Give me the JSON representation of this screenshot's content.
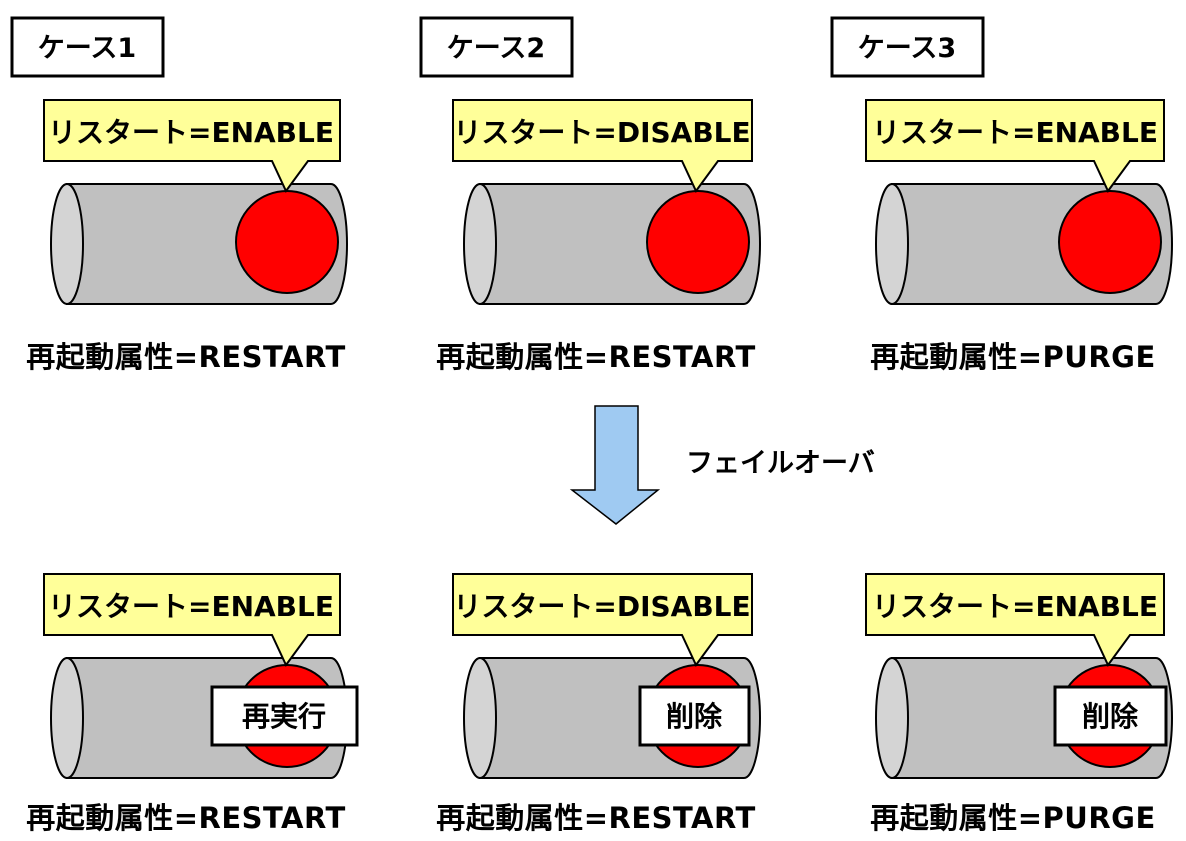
{
  "colors": {
    "cylinder_fill": "#c0c0c0",
    "cylinder_cap": "#d4d4d4",
    "callout_fill": "#ffff99",
    "job_ball": "#ff0000",
    "arrow_fill": "#9fcaf2",
    "outline": "#000000"
  },
  "cases": [
    {
      "title": "ケース1"
    },
    {
      "title": "ケース2"
    },
    {
      "title": "ケース3"
    }
  ],
  "before": [
    {
      "callout": "リスタート=ENABLE",
      "attribute": "再起動属性=RESTART"
    },
    {
      "callout": "リスタート=DISABLE",
      "attribute": "再起動属性=RESTART"
    },
    {
      "callout": "リスタート=ENABLE",
      "attribute": "再起動属性=PURGE"
    }
  ],
  "transition": {
    "label": "フェイルオーバ",
    "icon": "down-arrow-icon"
  },
  "after": [
    {
      "callout": "リスタート=ENABLE",
      "action": "再実行",
      "attribute": "再起動属性=RESTART"
    },
    {
      "callout": "リスタート=DISABLE",
      "action": "削除",
      "attribute": "再起動属性=RESTART"
    },
    {
      "callout": "リスタート=ENABLE",
      "action": "削除",
      "attribute": "再起動属性=PURGE"
    }
  ]
}
